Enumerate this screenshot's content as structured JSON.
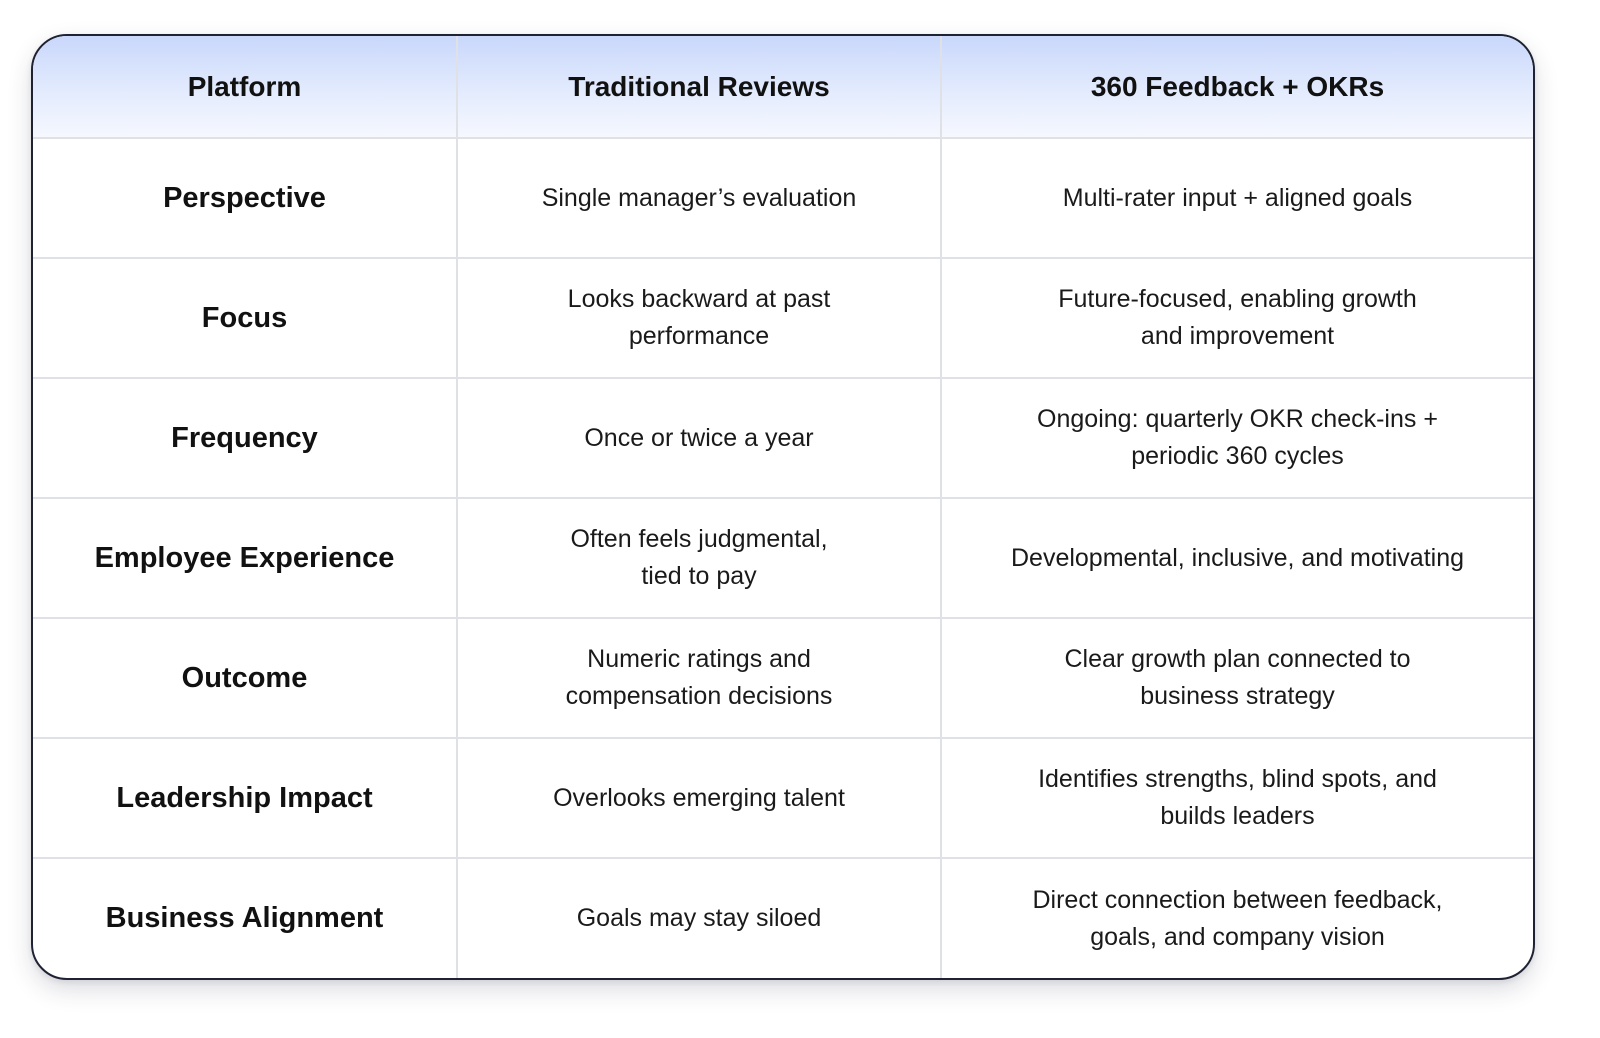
{
  "table": {
    "headers": [
      "Platform",
      "Traditional Reviews",
      "360 Feedback + OKRs"
    ],
    "rows": [
      {
        "label": "Perspective",
        "traditional": [
          "Single manager’s evaluation"
        ],
        "feedback_okrs": [
          "Multi-rater input + aligned goals"
        ]
      },
      {
        "label": "Focus",
        "traditional": [
          "Looks backward at past",
          "performance"
        ],
        "feedback_okrs": [
          "Future-focused, enabling growth",
          "and improvement"
        ]
      },
      {
        "label": "Frequency",
        "traditional": [
          "Once or twice a year"
        ],
        "feedback_okrs": [
          "Ongoing: quarterly OKR check-ins +",
          "periodic 360 cycles"
        ]
      },
      {
        "label": "Employee Experience",
        "traditional": [
          "Often feels judgmental,",
          "tied to pay"
        ],
        "feedback_okrs": [
          "Developmental, inclusive, and motivating"
        ]
      },
      {
        "label": "Outcome",
        "traditional": [
          "Numeric ratings and",
          "compensation decisions"
        ],
        "feedback_okrs": [
          "Clear growth plan connected to",
          "business strategy"
        ]
      },
      {
        "label": "Leadership Impact",
        "traditional": [
          "Overlooks emerging talent"
        ],
        "feedback_okrs": [
          "Identifies strengths, blind spots, and",
          "builds leaders"
        ]
      },
      {
        "label": "Business Alignment",
        "traditional": [
          "Goals may stay siloed"
        ],
        "feedback_okrs": [
          "Direct connection between feedback,",
          "goals, and company vision"
        ]
      }
    ]
  }
}
